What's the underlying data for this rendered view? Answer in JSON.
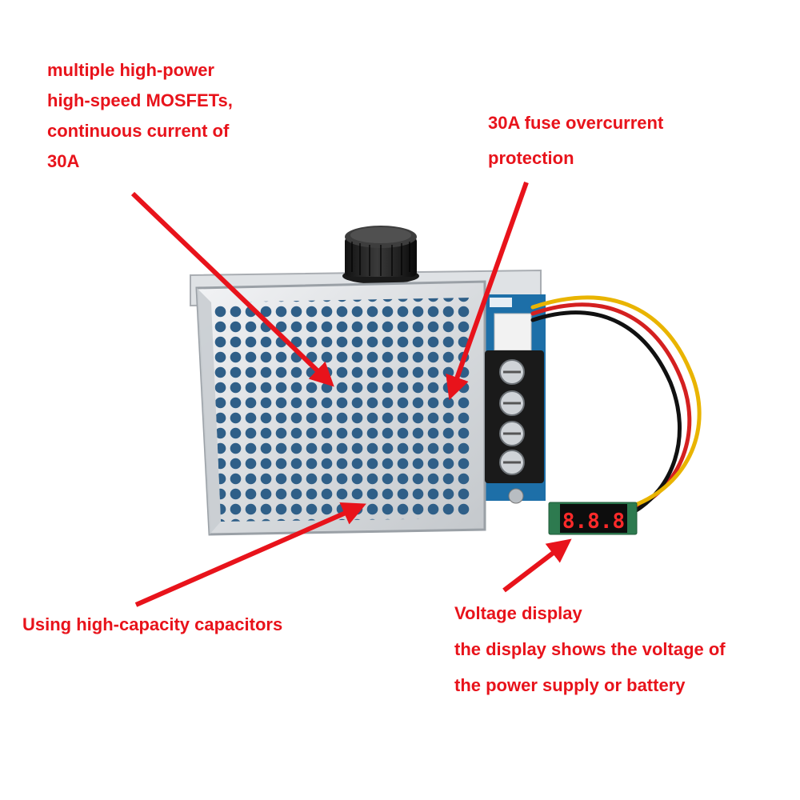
{
  "annotations": {
    "mosfet": {
      "lines": [
        "multiple high-power",
        "high-speed MOSFETs,",
        "continuous current of",
        "30A"
      ]
    },
    "fuse": {
      "lines": [
        "30A fuse overcurrent",
        "protection"
      ]
    },
    "capacitors": {
      "lines": [
        "Using high-capacity capacitors"
      ]
    },
    "voltage": {
      "lines": [
        "Voltage display",
        "the display shows the voltage of",
        "the power supply or battery"
      ]
    }
  },
  "display_reading": "8.8.8",
  "colors": {
    "annotation_text": "#e8131b",
    "arrow": "#e8131b",
    "led_digits": "#ff2a2a",
    "pcb": "#1d6fa8",
    "terminal_block": "#1a1a1a",
    "wire_red": "#d42020",
    "wire_yellow": "#e9b400",
    "wire_black": "#111111"
  }
}
